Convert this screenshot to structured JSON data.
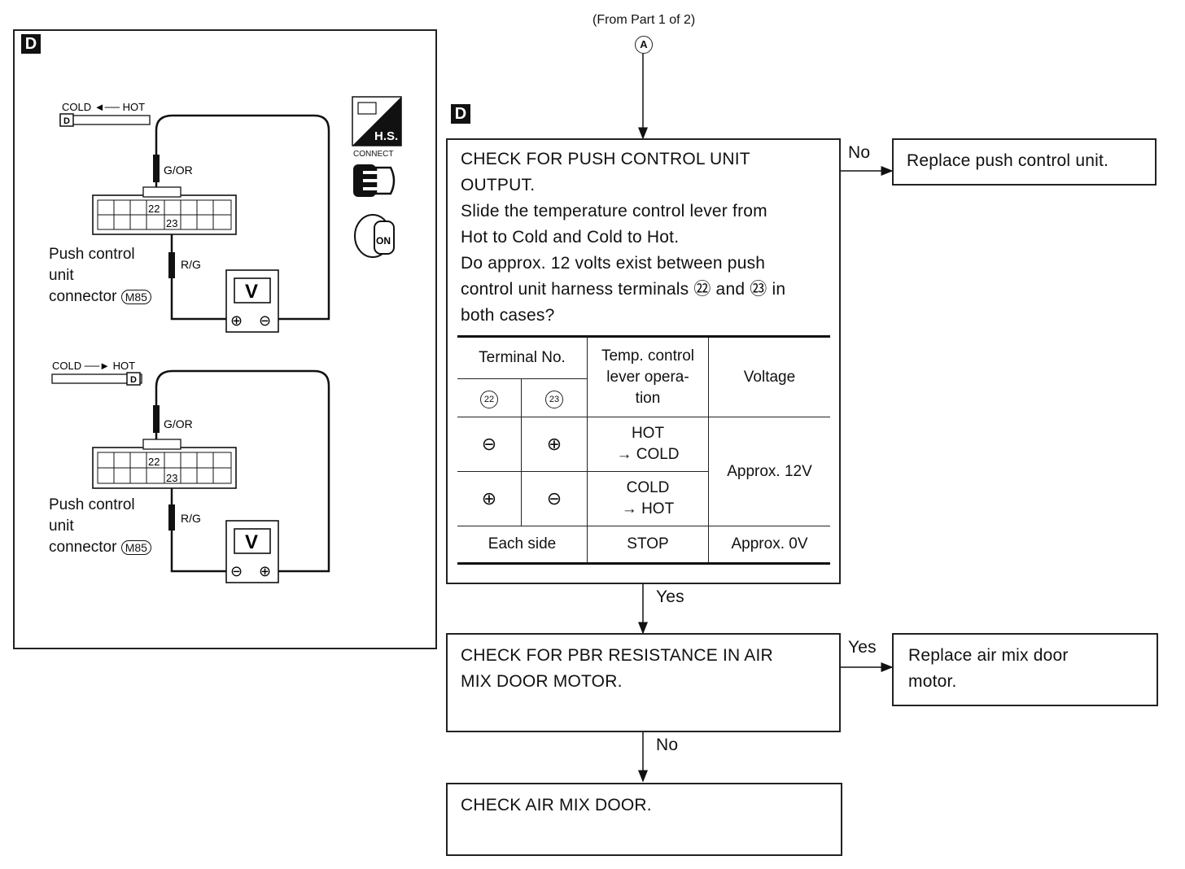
{
  "header": {
    "from_part": "(From Part 1 of 2)",
    "connector_letter": "A"
  },
  "left_panel": {
    "label": "D",
    "top_diagram": {
      "lever_text": "COLD ◄── HOT",
      "wire_top": "G/OR",
      "wire_bottom": "R/G",
      "pin_a": "22",
      "pin_b": "23",
      "caption_line1": "Push control",
      "caption_line2": "unit",
      "caption_line3": "connector",
      "connector_id": "M85",
      "meter_label": "V",
      "meter_left": "⊕",
      "meter_right": "⊖"
    },
    "bottom_diagram": {
      "lever_text": "COLD ──► HOT",
      "wire_top": "G/OR",
      "wire_bottom": "R/G",
      "pin_a": "22",
      "pin_b": "23",
      "caption_line1": "Push control",
      "caption_line2": "unit",
      "caption_line3": "connector",
      "connector_id": "M85",
      "meter_label": "V",
      "meter_left": "⊖",
      "meter_right": "⊕"
    },
    "icons": {
      "hs_text": "H.S.",
      "connect_text": "CONNECT",
      "key_text": "ON"
    }
  },
  "flow": {
    "label": "D",
    "step1": {
      "lines": [
        "CHECK FOR PUSH CONTROL UNIT",
        "OUTPUT.",
        "Slide the temperature control lever from",
        "Hot to Cold and Cold to Hot.",
        "Do approx. 12 volts exist between push",
        "control unit harness terminals ㉒ and ㉓ in",
        "both cases?"
      ],
      "table": {
        "h_terminal": "Terminal No.",
        "h_t22": "22",
        "h_t23": "23",
        "h_lever_1": "Temp. control",
        "h_lever_2": "lever opera-",
        "h_lever_3": "tion",
        "h_voltage": "Voltage",
        "r1_t22": "⊖",
        "r1_t23": "⊕",
        "r1_op_1": "HOT",
        "r1_op_2": "→ COLD",
        "r2_t22": "⊕",
        "r2_t23": "⊖",
        "r2_op_1": "COLD",
        "r2_op_2": "→ HOT",
        "r12_voltage": "Approx. 12V",
        "r3_term": "Each side",
        "r3_op": "STOP",
        "r3_voltage": "Approx. 0V"
      }
    },
    "no1": "No",
    "result1": "Replace push control unit.",
    "yes1": "Yes",
    "step2": {
      "line1": "CHECK FOR PBR RESISTANCE IN AIR",
      "line2": "MIX DOOR MOTOR."
    },
    "yes2": "Yes",
    "result2": {
      "line1": "Replace air mix door",
      "line2": "motor."
    },
    "no2": "No",
    "step3": "CHECK AIR MIX DOOR."
  }
}
